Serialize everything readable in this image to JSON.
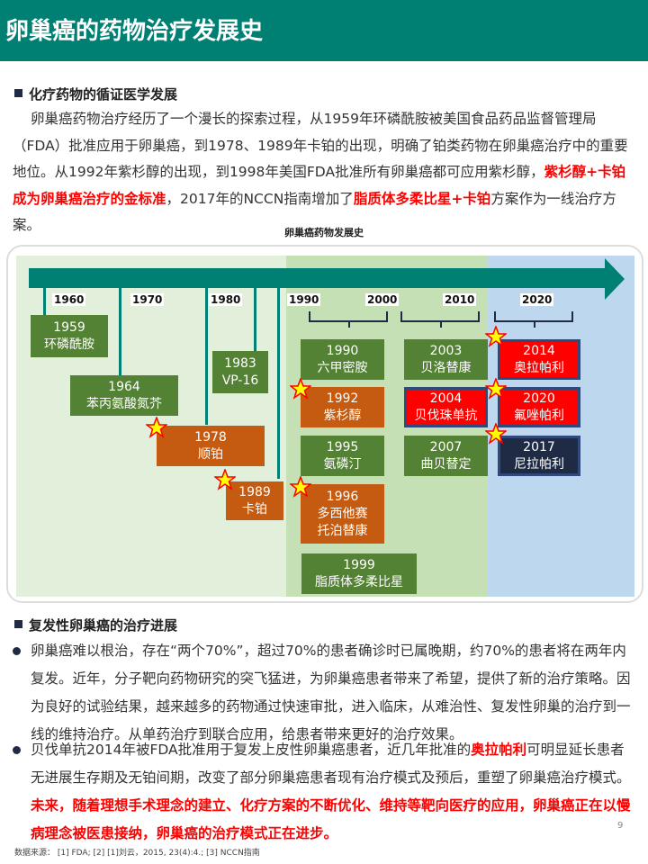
{
  "header": {
    "title": "卵巢癌的药物治疗发展史"
  },
  "section1": {
    "title": "化疗药物的循证医学发展",
    "p1": "卵巢癌药物治疗经历了一个漫长的探索过程，从1959年环磷酰胺被美国食品药品监督管理局（FDA）批准应用于卵巢癌，到1978、1989年卡铂的出现，明确了铂类药物在卵巢癌治疗中的重要地位。从1992年紫杉醇的出现，到1998年美国FDA批准所有卵巢癌都可应用紫杉醇，",
    "p1_red": "紫杉醇+卡铂成为卵巢癌治疗的金标准",
    "p2": "，2017年的NCCN指南增加了",
    "p2_red": "脂质体多柔比星+卡铂",
    "p3": "方案作为一线治疗方案。"
  },
  "timeline": {
    "caption": "卵巢癌药物发展史",
    "decades": [
      "1960",
      "1970",
      "1980",
      "1990",
      "2000",
      "2010",
      "2020"
    ],
    "events": [
      {
        "year": "1959",
        "drug": "环磷酰胺",
        "color": "green"
      },
      {
        "year": "1964",
        "drug": "苯丙氨酸氮芥",
        "color": "green"
      },
      {
        "year": "1983",
        "drug": "VP-16",
        "color": "green"
      },
      {
        "year": "1978",
        "drug": "顺铂",
        "color": "orange",
        "star": true
      },
      {
        "year": "1989",
        "drug": "卡铂",
        "color": "orange",
        "star": true
      },
      {
        "year": "1990",
        "drug": "六甲密胺",
        "color": "green"
      },
      {
        "year": "1992",
        "drug": "紫杉醇",
        "color": "orange",
        "star": true
      },
      {
        "year": "1995",
        "drug": "氨磷汀",
        "color": "green"
      },
      {
        "year": "1996",
        "drug": "多西他赛\n托泊替康",
        "drug1": "多西他赛",
        "drug2": "托泊替康",
        "color": "orange",
        "star": true
      },
      {
        "year": "1999",
        "drug": "脂质体多柔比星",
        "color": "green"
      },
      {
        "year": "2003",
        "drug": "贝洛替康",
        "color": "green"
      },
      {
        "year": "2004",
        "drug": "贝伐珠单抗",
        "color": "red"
      },
      {
        "year": "2007",
        "drug": "曲贝替定",
        "color": "green"
      },
      {
        "year": "2014",
        "drug": "奥拉帕利",
        "color": "red",
        "star": true
      },
      {
        "year": "2020",
        "drug": "氟唑帕利",
        "color": "red",
        "star": true
      },
      {
        "year": "2017",
        "drug": "尼拉帕利",
        "color": "navy",
        "star": true
      }
    ]
  },
  "section2": {
    "title": "复发性卵巢癌的治疗进展",
    "b1": "卵巢癌难以根治，存在“两个70%”，超过70%的患者确诊时已属晚期，约70%的患者将在两年内复发。近年，分子靶向药物研究的突飞猛进，为卵巢癌患者带来了希望，提供了新的治疗策略。因为良好的试验结果，越来越多的药物通过快速审批，进入临床，从难治性、复发性卵巢的治疗到一线的维持治疗。从单药治疗到联合应用，给患者带来更好的治疗效果。",
    "b2a": "贝伐单抗2014年被FDA批准用于复发上皮性卵巢癌患者，近几年批准的",
    "b2_red1": "奥拉帕利",
    "b2b": "可明显延长患者无进展生存期及无铂间期，改变了部分卵巢癌患者现有治疗模式及预后，重塑了卵巢癌治疗模式。",
    "b2_red2": "未来，随着理想手术理念的建立、化疗方案的不断优化、维持等靶向医疗的应用，卵巢癌正在以慢病理念被医患接纳，卵巢癌的治疗模式正在进步。"
  },
  "footer": {
    "source": "数据来源： [1] FDA; [2] [1]刘云，2015, 23(4):4.; [3] NCCN指南",
    "page": "9"
  },
  "colors": {
    "teal": "#007f73",
    "green": "#548235",
    "orange": "#c55a11",
    "red": "#ff0000",
    "navy": "#1f2a44"
  }
}
